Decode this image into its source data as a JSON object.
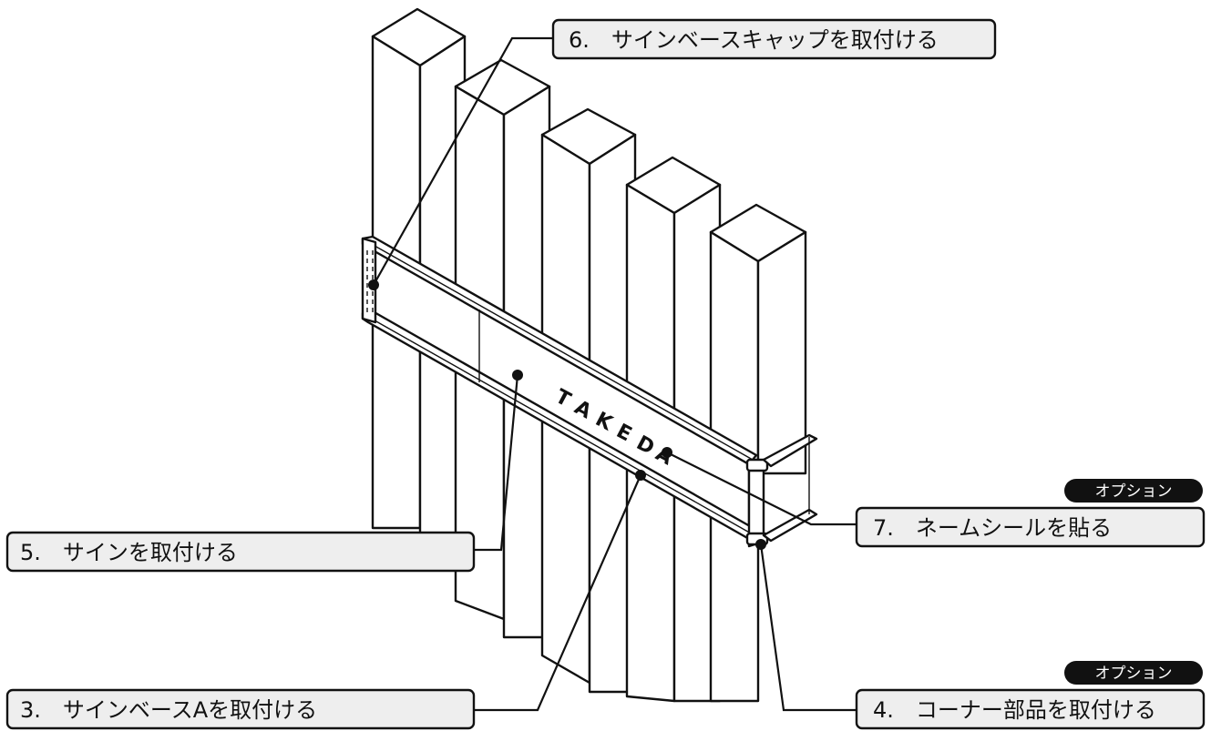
{
  "callouts": {
    "step6": "6.　サインベースキャップを取付ける",
    "step5": "5.　サインを取付ける",
    "step7": "7.　ネームシールを貼る",
    "step3": "3.　サインベースAを取付ける",
    "step4": "4.　コーナー部品を取付ける"
  },
  "badges": {
    "option_top": "オプション",
    "option_bottom": "オプション"
  },
  "sign": {
    "letters": [
      "T",
      "A",
      "K",
      "E",
      "D",
      "A"
    ]
  }
}
